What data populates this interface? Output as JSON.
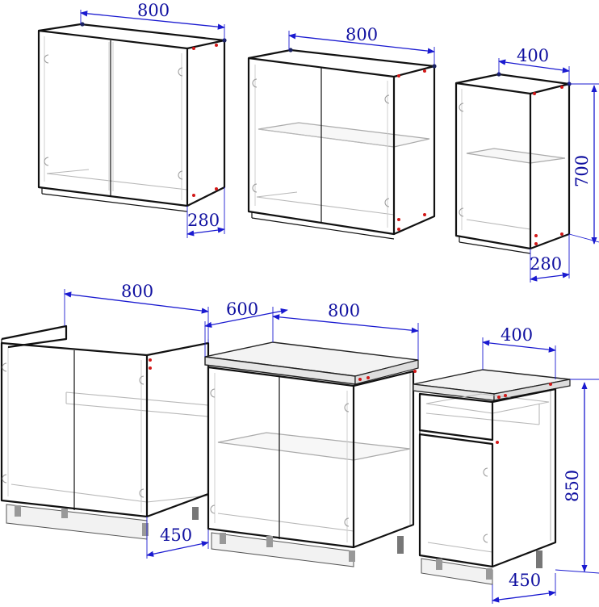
{
  "dimensions": {
    "wall_1": {
      "width": "800",
      "depth": "280"
    },
    "wall_2": {
      "width": "800"
    },
    "wall_3": {
      "width": "400",
      "height": "700",
      "depth": "280"
    },
    "base_1": {
      "width": "800",
      "depth": "450"
    },
    "base_2": {
      "side": "600",
      "width": "800"
    },
    "base_3": {
      "width": "400",
      "height": "850",
      "depth": "450"
    }
  },
  "colors": {
    "dimension_line": "#1a1ad0",
    "dimension_text": "#1010a0",
    "carcass_edge": "#111111",
    "hardware_mark": "#d21818"
  }
}
